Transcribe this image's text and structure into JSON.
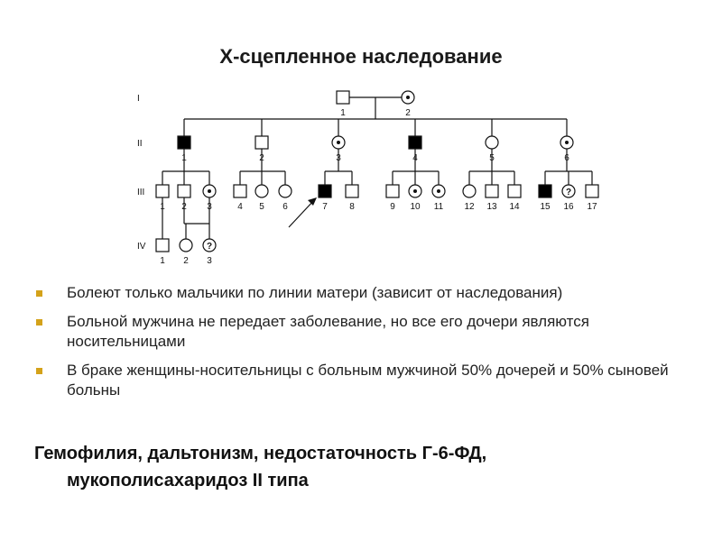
{
  "title": "Х-сцепленное наследование",
  "pedigree": {
    "generations": [
      "I",
      "II",
      "III",
      "IV"
    ],
    "individuals": {
      "g1": [
        {
          "id": "I-1",
          "label": "1",
          "sex": "male",
          "status": "normal"
        },
        {
          "id": "I-2",
          "label": "2",
          "sex": "female",
          "status": "carrier"
        }
      ],
      "g2": [
        {
          "id": "II-1",
          "label": "1",
          "sex": "male",
          "status": "affected"
        },
        {
          "id": "II-2",
          "label": "2",
          "sex": "male",
          "status": "normal"
        },
        {
          "id": "II-3",
          "label": "3",
          "sex": "female",
          "status": "carrier"
        },
        {
          "id": "II-4",
          "label": "4",
          "sex": "male",
          "status": "affected"
        },
        {
          "id": "II-5",
          "label": "5",
          "sex": "female",
          "status": "normal"
        },
        {
          "id": "II-6",
          "label": "6",
          "sex": "female",
          "status": "carrier"
        }
      ],
      "g3": [
        {
          "id": "III-1",
          "label": "1",
          "sex": "male",
          "status": "normal"
        },
        {
          "id": "III-2",
          "label": "2",
          "sex": "male",
          "status": "normal"
        },
        {
          "id": "III-3",
          "label": "3",
          "sex": "female",
          "status": "carrier"
        },
        {
          "id": "III-4",
          "label": "4",
          "sex": "male",
          "status": "normal"
        },
        {
          "id": "III-5",
          "label": "5",
          "sex": "female",
          "status": "normal"
        },
        {
          "id": "III-6",
          "label": "6",
          "sex": "female",
          "status": "normal"
        },
        {
          "id": "III-7",
          "label": "7",
          "sex": "male",
          "status": "affected"
        },
        {
          "id": "III-8",
          "label": "8",
          "sex": "male",
          "status": "normal"
        },
        {
          "id": "III-9",
          "label": "9",
          "sex": "male",
          "status": "normal"
        },
        {
          "id": "III-10",
          "label": "10",
          "sex": "female",
          "status": "carrier"
        },
        {
          "id": "III-11",
          "label": "11",
          "sex": "female",
          "status": "carrier"
        },
        {
          "id": "III-12",
          "label": "12",
          "sex": "female",
          "status": "normal"
        },
        {
          "id": "III-13",
          "label": "13",
          "sex": "male",
          "status": "normal"
        },
        {
          "id": "III-14",
          "label": "14",
          "sex": "male",
          "status": "normal"
        },
        {
          "id": "III-15",
          "label": "15",
          "sex": "male",
          "status": "affected"
        },
        {
          "id": "III-16",
          "label": "16",
          "sex": "female",
          "status": "unknown"
        },
        {
          "id": "III-17",
          "label": "17",
          "sex": "male",
          "status": "normal"
        }
      ],
      "g4": [
        {
          "id": "IV-1",
          "label": "1",
          "sex": "male",
          "status": "normal"
        },
        {
          "id": "IV-2",
          "label": "2",
          "sex": "female",
          "status": "normal"
        },
        {
          "id": "IV-3",
          "label": "3",
          "sex": "female",
          "status": "unknown"
        }
      ]
    },
    "unknown_mark": "?",
    "proband": "III-7"
  },
  "bullets": [
    {
      "text": "Болеют только мальчики по линии матери (зависит от наследования)"
    },
    {
      "text": "Больной мужчина не передает заболевание, но все его дочери являются носительницами"
    },
    {
      "text": "В браке женщины-носительницы с больным мужчиной 50% дочерей и 50% сыновей больны"
    }
  ],
  "diseases": {
    "line1": "Гемофилия, дальтонизм, недостаточность Г-6-ФД,",
    "line2": "мукополисахаридоз II типа"
  },
  "colors": {
    "bullet_marker": "#d4a21a",
    "affected_fill": "#000000",
    "line": "#111111"
  }
}
